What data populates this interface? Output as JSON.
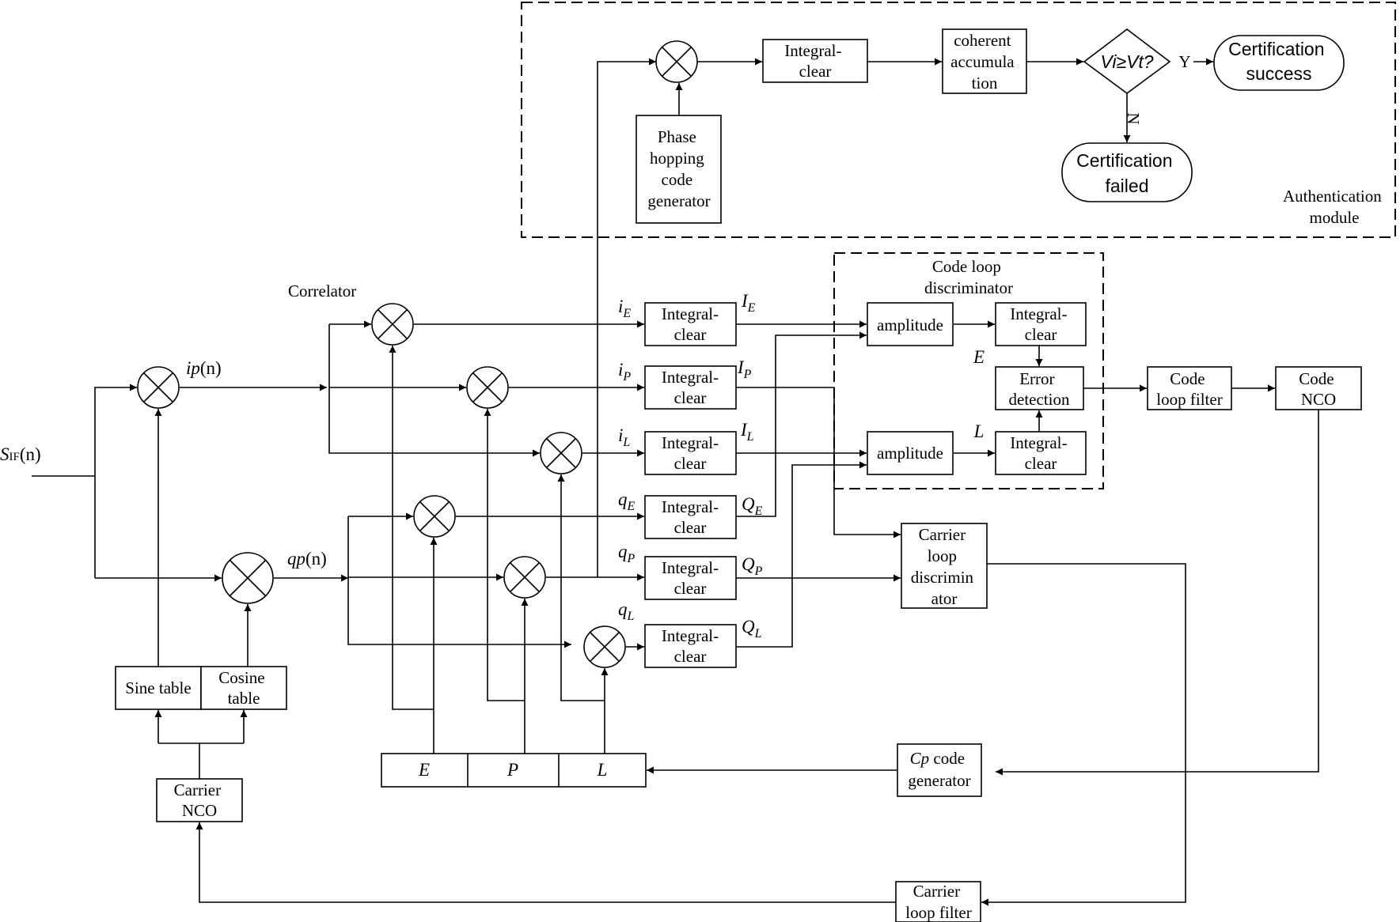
{
  "auth": {
    "integral": [
      "Integral-",
      "clear"
    ],
    "coherent": [
      "coherent",
      "accumula",
      "tion"
    ],
    "decision": "Vi≥Vt?",
    "yes": "Y",
    "no": "N",
    "success": [
      "Certification",
      "success"
    ],
    "failed": [
      "Certification",
      "failed"
    ],
    "phase_gen": [
      "Phase",
      "hopping",
      "code",
      "generator"
    ],
    "module_label": [
      "Authentication",
      "module"
    ]
  },
  "labels": {
    "correlator": "Correlator",
    "input_main": "S",
    "input_sub": "IF",
    "input_tail": "(n)",
    "ip": "ip",
    "qp": "qp",
    "n_suffix": "(n)",
    "E": "E",
    "L": "L"
  },
  "code_loop": {
    "title": [
      "Code loop",
      "discriminator"
    ],
    "amplitude": "amplitude",
    "integral": [
      "Integral-",
      "clear"
    ],
    "error": [
      "Error",
      "detection"
    ],
    "filter": [
      "Code",
      "loop filter"
    ],
    "nco": [
      "Code",
      "NCO"
    ]
  },
  "channels": {
    "integral": [
      "Integral-",
      "clear"
    ],
    "in_names": [
      {
        "base": "i",
        "sub": "E"
      },
      {
        "base": "i",
        "sub": "P"
      },
      {
        "base": "i",
        "sub": "L"
      },
      {
        "base": "q",
        "sub": "E"
      },
      {
        "base": "q",
        "sub": "P"
      },
      {
        "base": "q",
        "sub": "L"
      }
    ],
    "out_names": [
      {
        "base": "I",
        "sub": "E"
      },
      {
        "base": "I",
        "sub": "P"
      },
      {
        "base": "I",
        "sub": "L"
      },
      {
        "base": "Q",
        "sub": "E"
      },
      {
        "base": "Q",
        "sub": "P"
      },
      {
        "base": "Q",
        "sub": "L"
      }
    ]
  },
  "carrier": {
    "discriminator": [
      "Carrier",
      "loop",
      "discrimin",
      "ator"
    ],
    "filter": [
      "Carrier",
      "loop filter"
    ],
    "nco": [
      "Carrier",
      "NCO"
    ],
    "sine": "Sine table",
    "cosine": [
      "Cosine",
      "table"
    ]
  },
  "code_gen": {
    "cp": "Cp",
    "rest": " code",
    "line2": "generator",
    "E": "E",
    "P": "P",
    "L": "L"
  }
}
